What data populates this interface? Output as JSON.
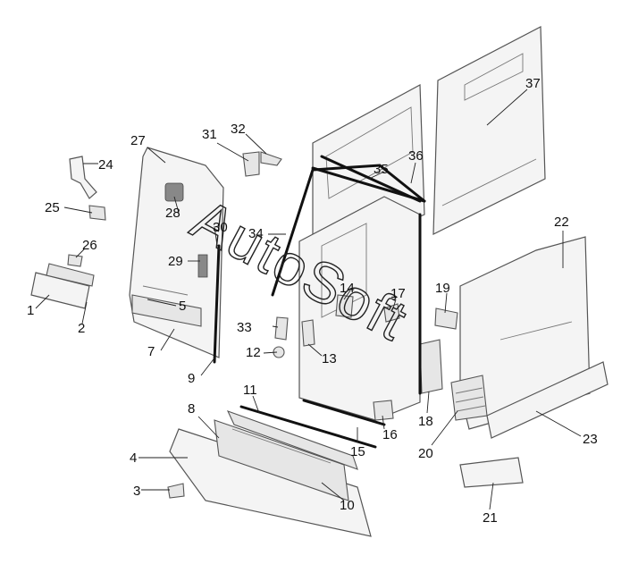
{
  "diagram": {
    "watermark": "AutoSoft",
    "callouts": [
      "1",
      "2",
      "3",
      "4",
      "5",
      "7",
      "8",
      "9",
      "10",
      "11",
      "12",
      "13",
      "14",
      "15",
      "16",
      "17",
      "18",
      "19",
      "20",
      "21",
      "22",
      "23",
      "24",
      "25",
      "26",
      "27",
      "28",
      "29",
      "30",
      "31",
      "32",
      "33",
      "34",
      "35",
      "36",
      "37"
    ]
  }
}
